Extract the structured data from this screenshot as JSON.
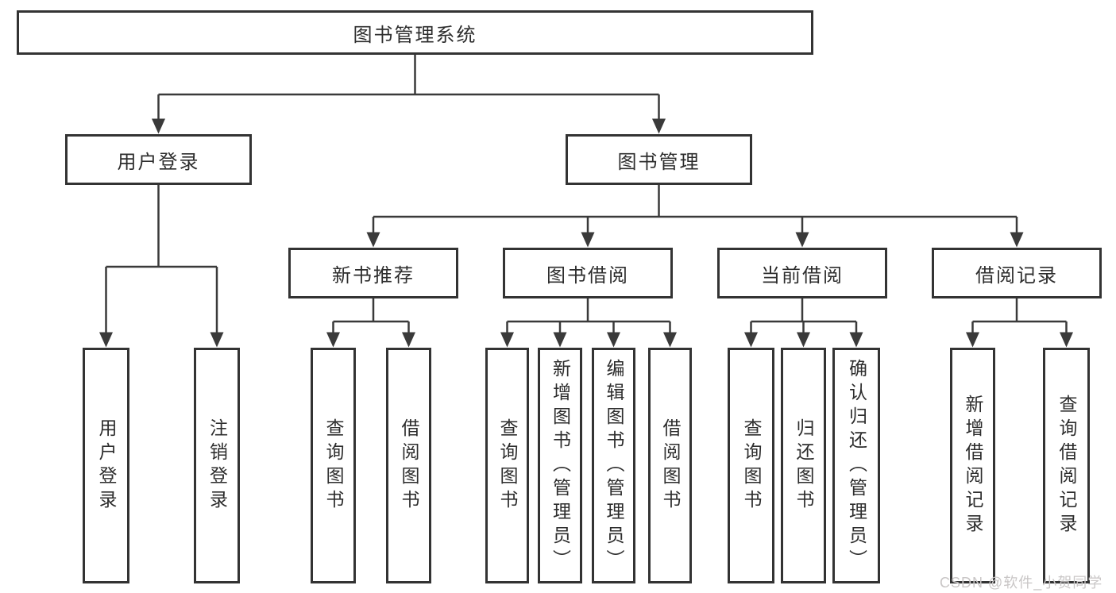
{
  "diagram_title": "图书管理系统",
  "colors": {
    "line": "#3a3a3a",
    "box_border": "#333333",
    "text": "#2d2d2d",
    "background": "#ffffff",
    "watermark_text": "#c9c6c6"
  },
  "tree": {
    "root": {
      "label": "图书管理系统",
      "children": [
        {
          "label": "用户登录",
          "children": [
            {
              "label": "用户登录"
            },
            {
              "label": "注销登录"
            }
          ]
        },
        {
          "label": "图书管理",
          "children": [
            {
              "label": "新书推荐",
              "children": [
                {
                  "label": "查询图书"
                },
                {
                  "label": "借阅图书"
                }
              ]
            },
            {
              "label": "图书借阅",
              "children": [
                {
                  "label": "查询图书"
                },
                {
                  "label": "新增图书（管理员）"
                },
                {
                  "label": "编辑图书（管理员）"
                },
                {
                  "label": "借阅图书"
                }
              ]
            },
            {
              "label": "当前借阅",
              "children": [
                {
                  "label": "查询图书"
                },
                {
                  "label": "归还图书"
                },
                {
                  "label": "确认归还（管理员）"
                }
              ]
            },
            {
              "label": "借阅记录",
              "children": [
                {
                  "label": "新增借阅记录"
                },
                {
                  "label": "查询借阅记录"
                }
              ]
            }
          ]
        }
      ]
    }
  },
  "watermark": {
    "text": "CSDN @软件_小贺同学"
  }
}
